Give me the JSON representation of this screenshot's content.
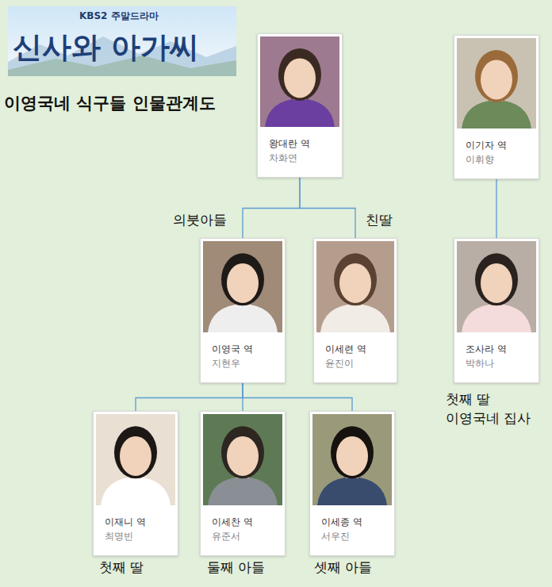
{
  "diagram": {
    "title": "이영국네 식구들 인물관계도",
    "nodes": [
      {
        "text": [
          "왕대란 역",
          "차화연"
        ]
      },
      {
        "text": [
          "이기자 역",
          "이휘향"
        ]
      },
      {
        "text": [
          "이영국 역",
          "지현우"
        ]
      },
      {
        "text": [
          "이세련 역",
          "윤진이"
        ]
      },
      {
        "text": [
          "조사라 역",
          "박하나"
        ]
      },
      {
        "text": [
          "이재니 역",
          "최명빈"
        ]
      },
      {
        "text": [
          "이세찬 역",
          "유준서"
        ]
      },
      {
        "text": [
          "이세종 역",
          "서우진"
        ]
      }
    ],
    "edges": [
      {
        "from": 0,
        "to": 2,
        "arrow": "none"
      },
      {
        "from": 0,
        "to": 3,
        "arrow": "none"
      },
      {
        "from": 1,
        "to": 4,
        "arrow": "none"
      },
      {
        "from": 2,
        "to": 5,
        "arrow": "none"
      },
      {
        "from": 2,
        "to": 6,
        "arrow": "none"
      },
      {
        "from": 2,
        "to": 7,
        "arrow": "none"
      }
    ],
    "labels": [
      "KBS2 주말드라마",
      "신사와 아가씨",
      "의붓아들",
      "친딸",
      "첫째 딸",
      "이영국네 집사",
      "첫째 딸",
      "둘째 아들",
      "셋째 아들"
    ]
  }
}
